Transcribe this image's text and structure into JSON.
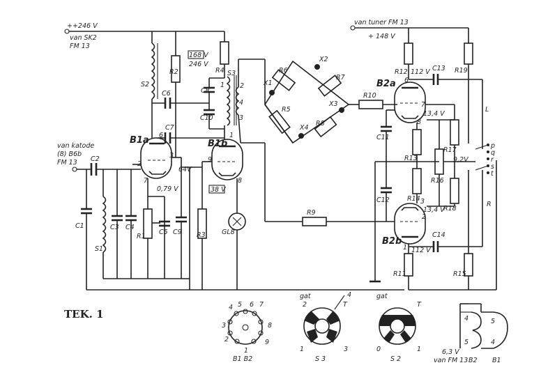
{
  "title": "TEK. 1",
  "labels": {
    "supply_left": "++246 V",
    "supply_left_from": "van SK2",
    "supply_left_model": "FM 13",
    "supply_right_from": "van tuner FM 13",
    "supply_right": "+ 148 V",
    "katode_from": "van katode",
    "katode_pin": "(8) B6b",
    "katode_model": "FM 13",
    "v168": "168 V",
    "v246": "246 V",
    "v64": "64V",
    "v079": "0,79 V",
    "v38": "38 V",
    "v112a": "112 V",
    "v134a": "13,4 V",
    "v92": "9,2V",
    "v134b": "13,4 V",
    "v112b": "112 V",
    "tube_b1a": "B1a",
    "tube_b1b": "B1b",
    "tube_b2a": "B2a",
    "tube_b2b": "B2b",
    "gl": "GL8",
    "lamp_L": "L",
    "lamp_R": "R",
    "sock_b1b2": "B1  B2",
    "sock_s3": "S 3",
    "sock_s2": "S 2",
    "gat": "gat",
    "heater_v": "6,3 V",
    "heater_from": "van FM 13",
    "heater_b2": "B2",
    "heater_b1": "B1"
  },
  "components": {
    "r": [
      "R1",
      "R2",
      "R3",
      "R4",
      "R5",
      "R6",
      "R7",
      "R8",
      "R9",
      "R10",
      "R11",
      "R12",
      "R13",
      "R14",
      "R15",
      "R16",
      "R17",
      "R18",
      "R19"
    ],
    "c": [
      "C1",
      "C2",
      "C3",
      "C4",
      "C5",
      "C6",
      "C7",
      "C8",
      "C9",
      "C10",
      "C11",
      "C12",
      "C13",
      "C14"
    ],
    "x": [
      "X1",
      "X2",
      "X3",
      "X4"
    ],
    "s": [
      "S1",
      "S2",
      "S3"
    ],
    "switch": [
      "p",
      "q",
      "r",
      "s",
      "t"
    ]
  }
}
